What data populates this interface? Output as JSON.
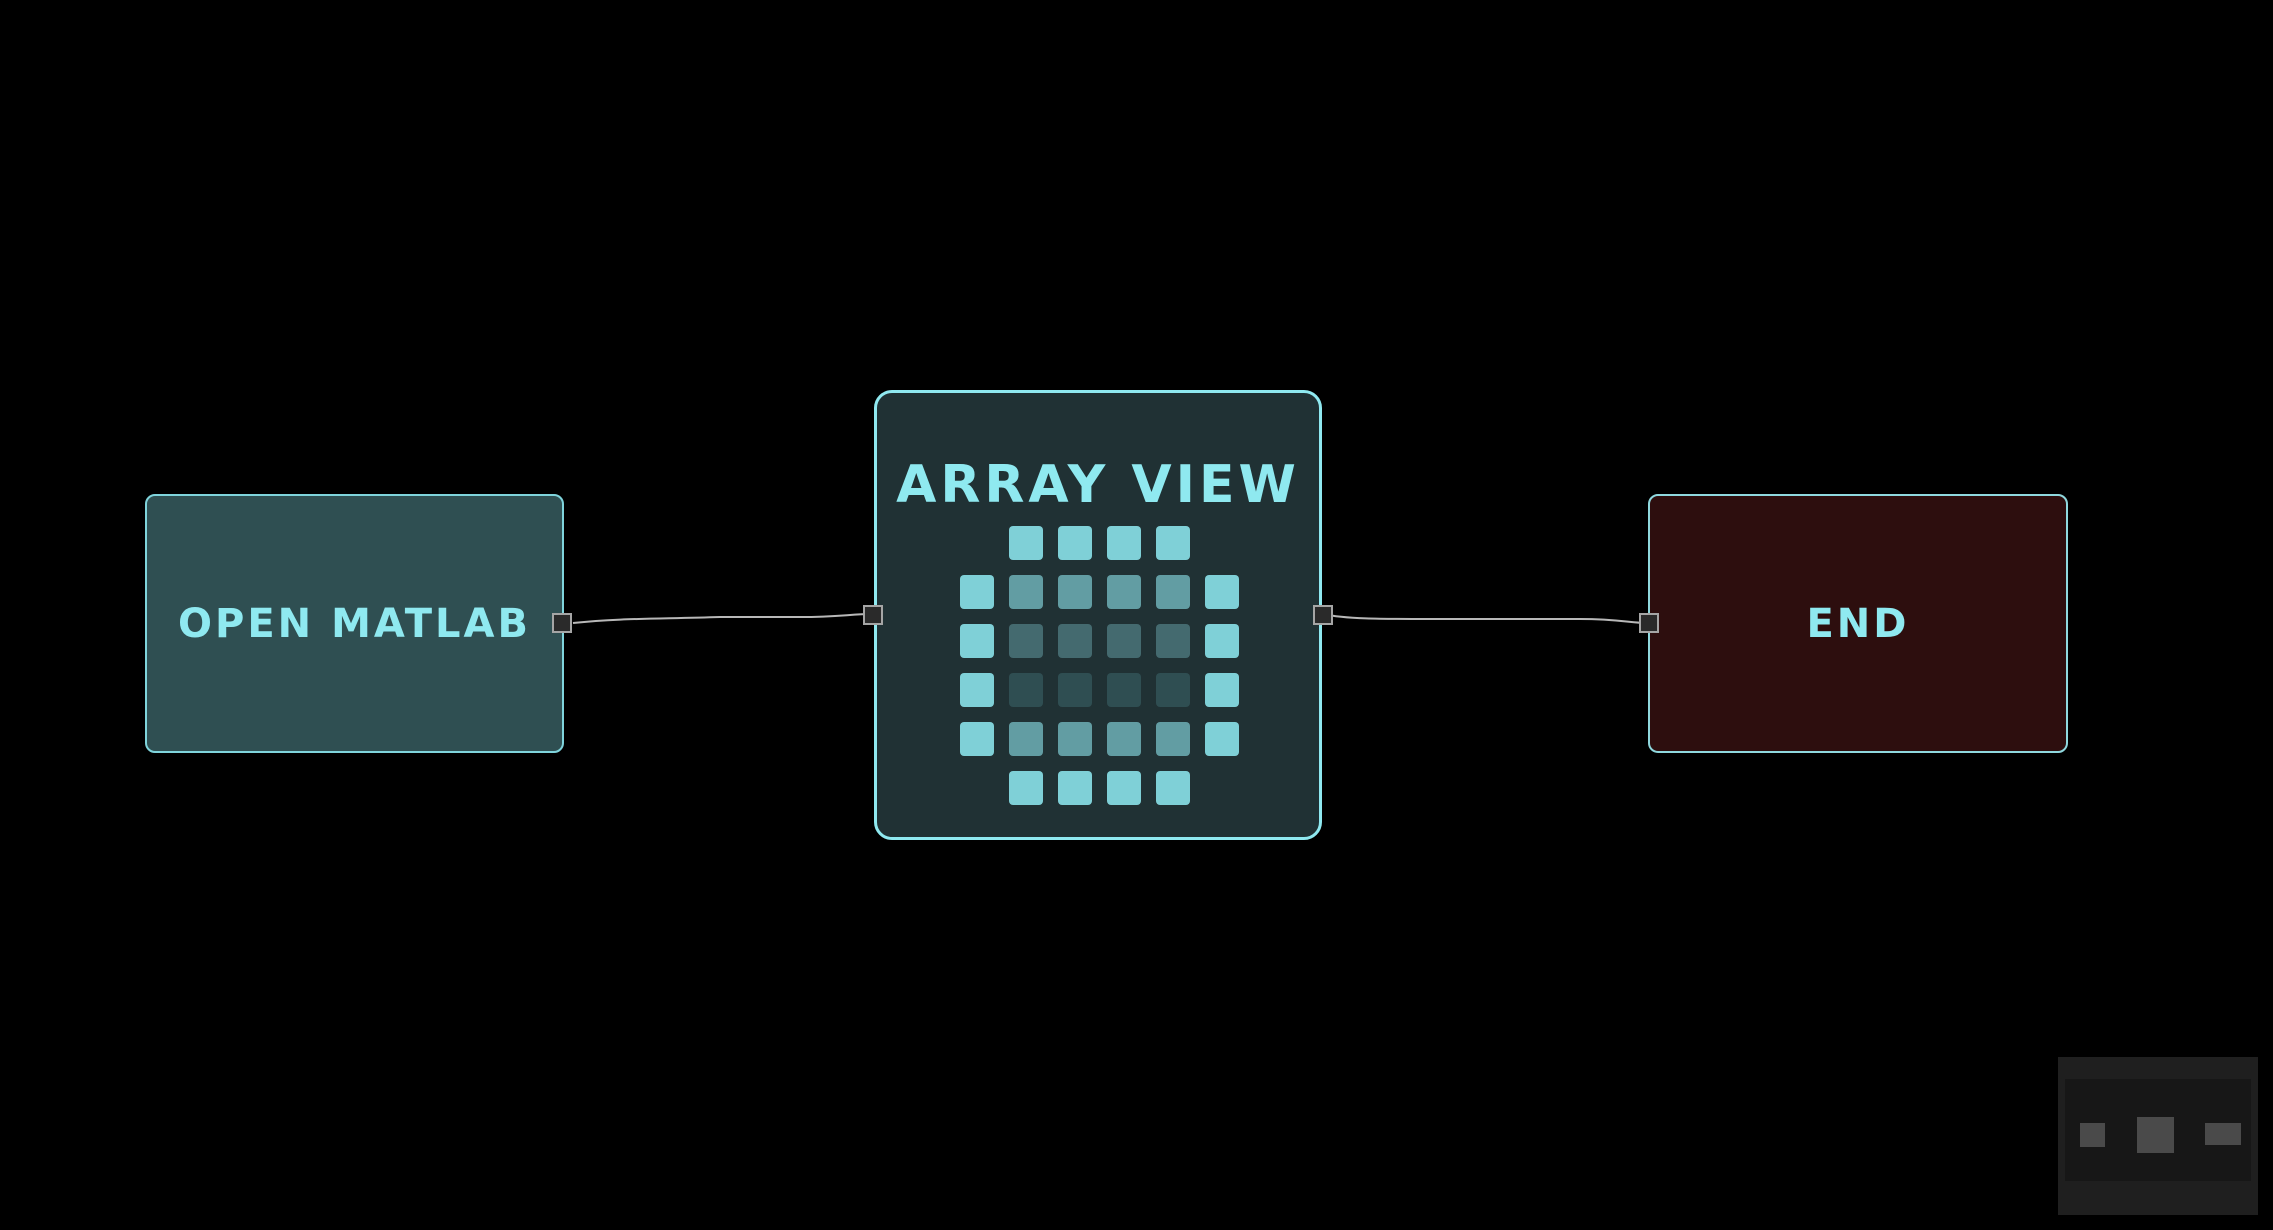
{
  "nodes": {
    "open_matlab": {
      "label": "OPEN MATLAB",
      "fill": "#2f4f52",
      "border": "#7fd4dc"
    },
    "array_view": {
      "label": "ARRAY VIEW",
      "fill": "#203134",
      "border": "#8fe9f0"
    },
    "end": {
      "label": "END",
      "fill": "#2d0e0e",
      "border": "#8fd8de"
    }
  },
  "edges": [
    {
      "from": "open_matlab",
      "to": "array_view"
    },
    {
      "from": "array_view",
      "to": "end"
    }
  ],
  "array_icon": {
    "icon": "array-grid-icon",
    "rows": [
      [
        0,
        3,
        3,
        3,
        3,
        0
      ],
      [
        3,
        2,
        2,
        2,
        2,
        3
      ],
      [
        3,
        1,
        1,
        1,
        1,
        3
      ],
      [
        3,
        0.5,
        0.5,
        0.5,
        0.5,
        3
      ],
      [
        3,
        2,
        2,
        2,
        2,
        3
      ],
      [
        0,
        3,
        3,
        3,
        3,
        0
      ]
    ],
    "shades": {
      "0.5": "#2f4e52",
      "1": "#446a6f",
      "2": "#629da3",
      "3": "#7fd0d7"
    }
  },
  "colors": {
    "background": "#000000",
    "label_text": "#8fe9f0",
    "edge": "#b8b8b8",
    "port_fill": "#2a2a2a",
    "port_border": "#a5a5a5"
  },
  "minimap": {
    "icon": "minimap-panel"
  }
}
